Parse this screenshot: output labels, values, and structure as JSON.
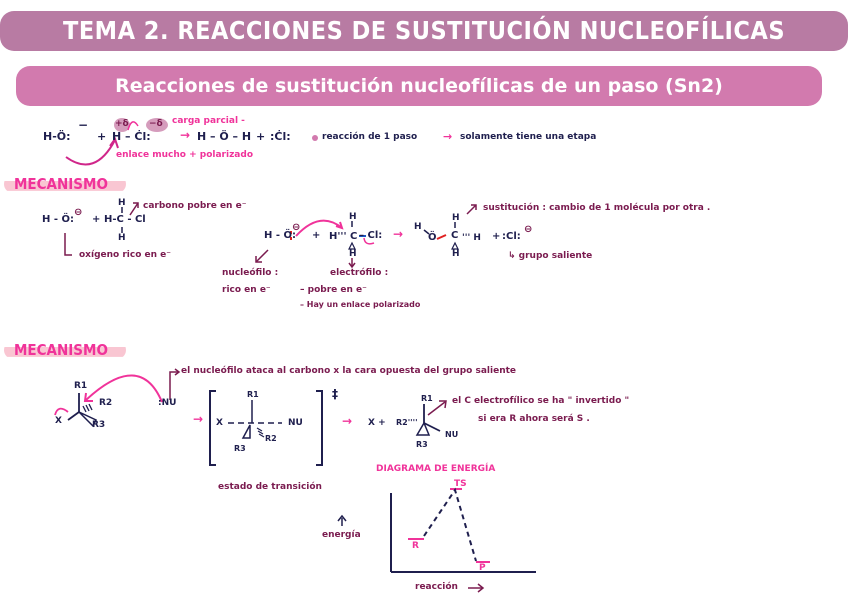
{
  "header": {
    "title": "TEMA 2. REACCIONES DE SUSTITUCIÓN NUCLEOFÍLICAS",
    "subtitle": "Reacciones de sustitución nucleofílicas de un paso (Sn2)"
  },
  "colors": {
    "title_banner": "#b87ba3",
    "subtitle_banner": "#d27aae",
    "accent_pink": "#f0339a",
    "ink_navy": "#1f1f4e",
    "ink_plum": "#7a1b4f",
    "highlight": "#f9c6d2"
  },
  "reaction1": {
    "hydroxide": "H-Ö:",
    "charge_minus": "−",
    "plus1": "+",
    "delta_plus": "+δ",
    "delta_minus": "−δ",
    "chloromethane": "H – Ċl:",
    "partial_charge_note": "carga parcial -",
    "bond_note": "enlace mucho + polarizado",
    "arrow": "→",
    "product_water": "H – Ö – H",
    "plus2": "+",
    "product_chloride": ":Ċl:",
    "bullet_note": "reacción de 1 paso",
    "bullet_arrow": "→",
    "bullet_detail": "solamente tiene una etapa"
  },
  "mechanism1": {
    "heading": "MECANISMO",
    "left_nucleophile": "H - Ö:",
    "left_plus": "+",
    "left_substrate": "H-C - Cl",
    "h_top": "H",
    "h_bottom": "H",
    "carbon_note": "carbono pobre en e⁻",
    "oxygen_note": "oxígeno rico en e⁻",
    "center_nucleophile": "H - Ö:",
    "center_plus": "+",
    "center_substrate_left": "H''' C",
    "center_substrate_right": "– Cl:",
    "arrow": "→",
    "product_left": "H",
    "product_o": "Ö",
    "product_c": "C",
    "product_h": "''' H",
    "product_plus": "+",
    "product_cl": ":Cl:",
    "nucleophile_label": "nucleófilo :",
    "nucleophile_desc": "rico en e⁻",
    "electrophile_label": "electrófilo :",
    "electrophile_desc1": "– pobre en e⁻",
    "electrophile_desc2": "– Hay un enlace polarizado",
    "substitution_note": "sustitución : cambio de 1 molécula por otra .",
    "leaving_group_note": "↳ grupo saliente"
  },
  "mechanism2": {
    "heading": "MECANISMO",
    "reactant_r1": "R1",
    "reactant_r2": "R2",
    "reactant_r3": "R3",
    "reactant_x": "X",
    "nucleophile": ":NU",
    "attack_note": "el nucleófilo ataca al carbono x la cara opuesta del grupo saliente",
    "arrow1": "→",
    "ts_r1": "R1",
    "ts_x": "X",
    "ts_nu": "NU",
    "ts_r2": "R2",
    "ts_r3": "R3",
    "ts_symbol": "‡",
    "ts_label": "estado de transición",
    "arrow2": "→",
    "product_x": "X +",
    "product_r1": "R1",
    "product_r2": "R2''''",
    "product_nu": "NU",
    "product_r3": "R3",
    "inversion_note1": "el C electrofílico se ha \" invertido \"",
    "inversion_note2": "si era R ahora será S ."
  },
  "chart_data": {
    "type": "line",
    "title": "DIAGRAMA DE ENERGÍA",
    "xlabel": "reacción →",
    "ylabel": "energía ↑",
    "categories": [
      "R",
      "TS",
      "P"
    ],
    "values": [
      3,
      8,
      1
    ],
    "grid": false,
    "legend": null,
    "note": "Qualitative energy profile: reactants (R) at mid level, transition state (TS) peak, products (P) lowest."
  }
}
